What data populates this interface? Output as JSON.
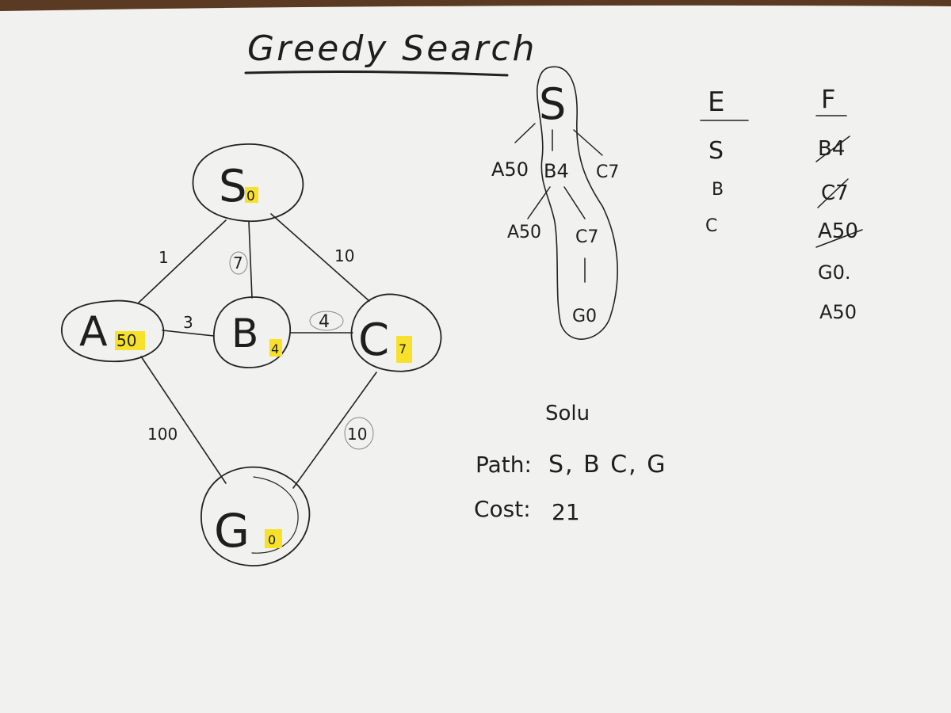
{
  "colors": {
    "paper": "#f2f2f0",
    "ink": "#1e1e1e",
    "highlight": "#f7e12a",
    "pencil": "#777777",
    "wood": "#5a3a22"
  },
  "title": "Greedy Search",
  "graph": {
    "nodes": [
      {
        "id": "S",
        "letter": "S",
        "h": "0"
      },
      {
        "id": "A",
        "letter": "A",
        "h": "50"
      },
      {
        "id": "B",
        "letter": "B",
        "h": "4"
      },
      {
        "id": "C",
        "letter": "C",
        "h": "7"
      },
      {
        "id": "G",
        "letter": "G",
        "h": "0"
      }
    ],
    "edges": [
      {
        "from": "S",
        "to": "A",
        "cost": "1",
        "circled": false
      },
      {
        "from": "S",
        "to": "B",
        "cost": "7",
        "circled": true
      },
      {
        "from": "S",
        "to": "C",
        "cost": "10",
        "circled": false
      },
      {
        "from": "A",
        "to": "B",
        "cost": "3",
        "circled": false
      },
      {
        "from": "B",
        "to": "C",
        "cost": "4",
        "circled": true
      },
      {
        "from": "A",
        "to": "G",
        "cost": "100",
        "circled": false
      },
      {
        "from": "C",
        "to": "G",
        "cost": "10",
        "circled": true
      }
    ]
  },
  "tree": {
    "root": "S",
    "level1": [
      "A50",
      "B4",
      "C7"
    ],
    "level2": [
      "A50",
      "C7"
    ],
    "level3": [
      "G0"
    ]
  },
  "explored": {
    "header": "E",
    "items": [
      "S",
      "B",
      "C"
    ]
  },
  "frontier": {
    "header": "F",
    "items": [
      {
        "text": "B4",
        "struck": true
      },
      {
        "text": "C7",
        "struck": true
      },
      {
        "text": "A50",
        "struck": true
      },
      {
        "text": "G0.",
        "struck": false
      },
      {
        "text": "A50",
        "struck": false
      }
    ]
  },
  "solution": {
    "label": "Solu",
    "path_label": "Path:",
    "path_value": "S, B C, G",
    "cost_label": "Cost:",
    "cost_value": "21"
  }
}
